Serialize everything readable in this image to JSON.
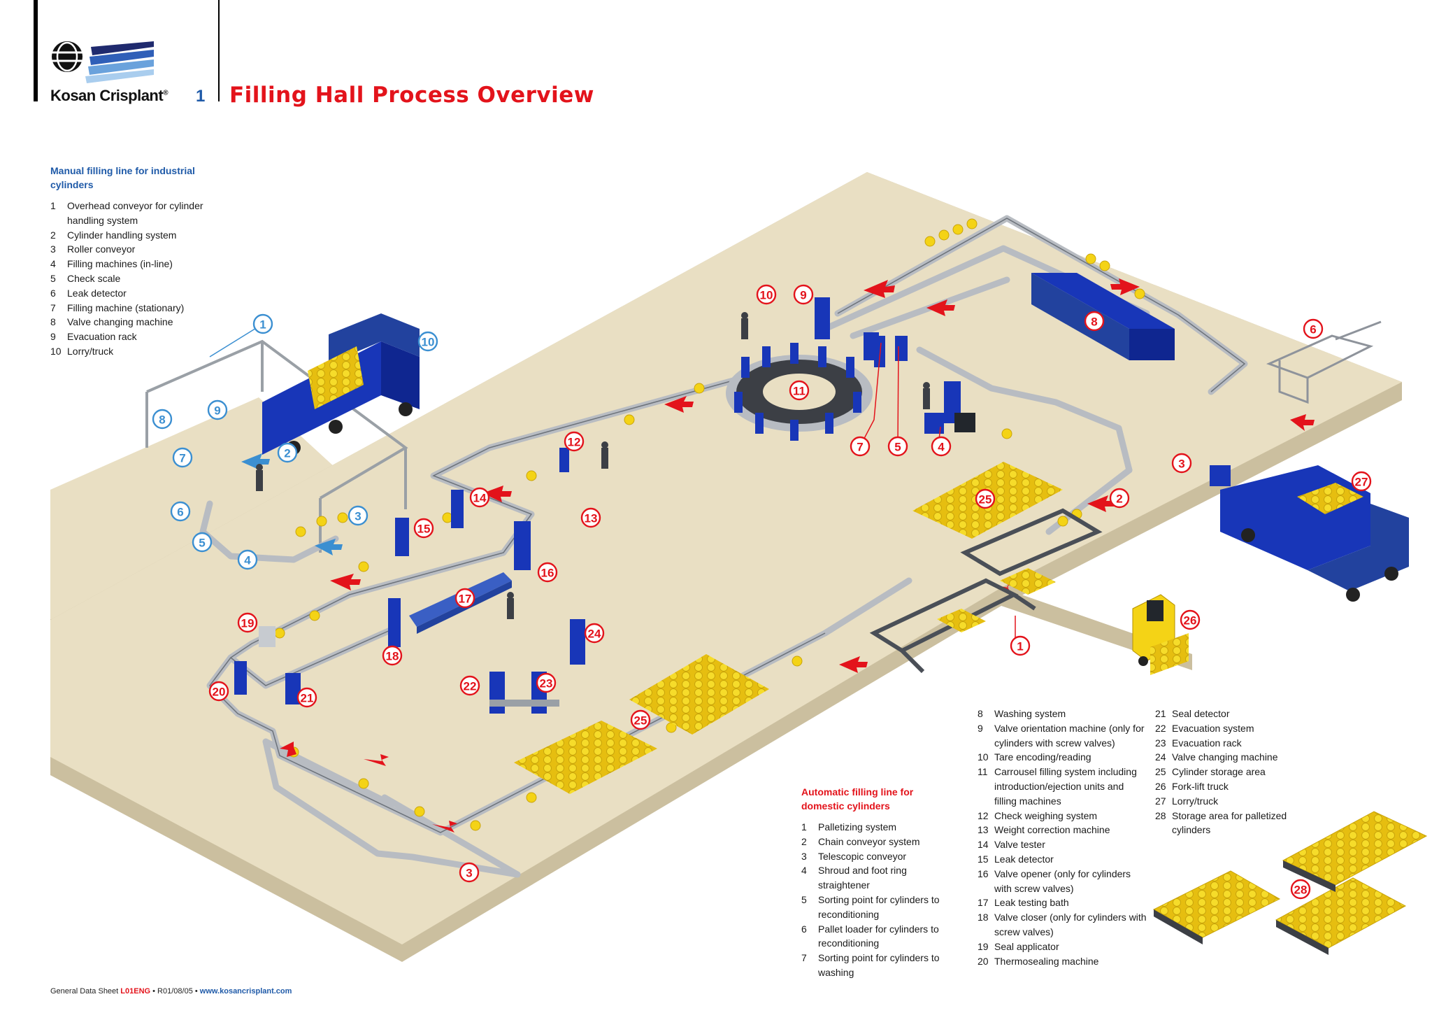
{
  "header": {
    "brand": "Kosan Crisplant",
    "brand_mark": "®",
    "page_number": "1",
    "title": "Filling Hall Process Overview"
  },
  "colors": {
    "title_red": "#e3131b",
    "brand_blue": "#1f5aa8",
    "floor": "#e9dfc3",
    "floor_edge": "#cbbf9f",
    "machine_blue": "#1836b8",
    "cylinder_yellow": "#f4d316",
    "conveyor_grey": "#b8bcc2",
    "callout_blue": "#3b8fd1"
  },
  "manual_line": {
    "title": "Manual filling line for industrial cylinders",
    "items": [
      {
        "num": "1",
        "text": "Overhead conveyor for cylinder handling system"
      },
      {
        "num": "2",
        "text": "Cylinder handling system"
      },
      {
        "num": "3",
        "text": "Roller conveyor"
      },
      {
        "num": "4",
        "text": "Filling machines (in-line)"
      },
      {
        "num": "5",
        "text": "Check scale"
      },
      {
        "num": "6",
        "text": "Leak detector"
      },
      {
        "num": "7",
        "text": "Filling machine (stationary)"
      },
      {
        "num": "8",
        "text": "Valve changing machine"
      },
      {
        "num": "9",
        "text": "Evacuation rack"
      },
      {
        "num": "10",
        "text": "Lorry/truck"
      }
    ]
  },
  "auto_line": {
    "title": "Automatic filling line for domestic cylinders",
    "items": [
      {
        "num": "1",
        "text": "Palletizing system"
      },
      {
        "num": "2",
        "text": "Chain conveyor system"
      },
      {
        "num": "3",
        "text": "Telescopic conveyor"
      },
      {
        "num": "4",
        "text": "Shroud and foot ring straightener"
      },
      {
        "num": "5",
        "text": "Sorting point for cylinders to reconditioning"
      },
      {
        "num": "6",
        "text": "Pallet loader for cylinders to reconditioning"
      },
      {
        "num": "7",
        "text": "Sorting point for cylinders to washing"
      },
      {
        "num": "8",
        "text": "Washing system"
      },
      {
        "num": "9",
        "text": "Valve orientation machine (only for cylinders with screw valves)"
      },
      {
        "num": "10",
        "text": "Tare encoding/reading"
      },
      {
        "num": "11",
        "text": "Carrousel filling system including introduction/ejection units and filling machines"
      },
      {
        "num": "12",
        "text": "Check weighing system"
      },
      {
        "num": "13",
        "text": "Weight correction machine"
      },
      {
        "num": "14",
        "text": "Valve tester"
      },
      {
        "num": "15",
        "text": "Leak detector"
      },
      {
        "num": "16",
        "text": "Valve opener (only for cylinders with screw valves)"
      },
      {
        "num": "17",
        "text": "Leak testing bath"
      },
      {
        "num": "18",
        "text": "Valve closer (only for cylinders with screw valves)"
      },
      {
        "num": "19",
        "text": "Seal applicator"
      },
      {
        "num": "20",
        "text": "Thermosealing machine"
      },
      {
        "num": "21",
        "text": "Seal detector"
      },
      {
        "num": "22",
        "text": "Evacuation system"
      },
      {
        "num": "23",
        "text": "Evacuation rack"
      },
      {
        "num": "24",
        "text": "Valve changing machine"
      },
      {
        "num": "25",
        "text": "Cylinder storage area"
      },
      {
        "num": "26",
        "text": "Fork-lift truck"
      },
      {
        "num": "27",
        "text": "Lorry/truck"
      },
      {
        "num": "28",
        "text": "Storage area for palletized cylinders"
      }
    ]
  },
  "callouts_manual": [
    "1",
    "2",
    "3",
    "4",
    "5",
    "6",
    "7",
    "8",
    "9",
    "10"
  ],
  "callouts_auto": [
    "1",
    "2",
    "3",
    "3",
    "4",
    "5",
    "6",
    "7",
    "8",
    "9",
    "10",
    "11",
    "12",
    "13",
    "14",
    "15",
    "16",
    "17",
    "18",
    "19",
    "20",
    "21",
    "22",
    "23",
    "24",
    "25",
    "25",
    "26",
    "27",
    "28"
  ],
  "footer": {
    "prefix": "General Data Sheet ",
    "code": "L01ENG",
    "revision": " • R01/08/05 • ",
    "url": "www.kosancrisplant.com"
  }
}
